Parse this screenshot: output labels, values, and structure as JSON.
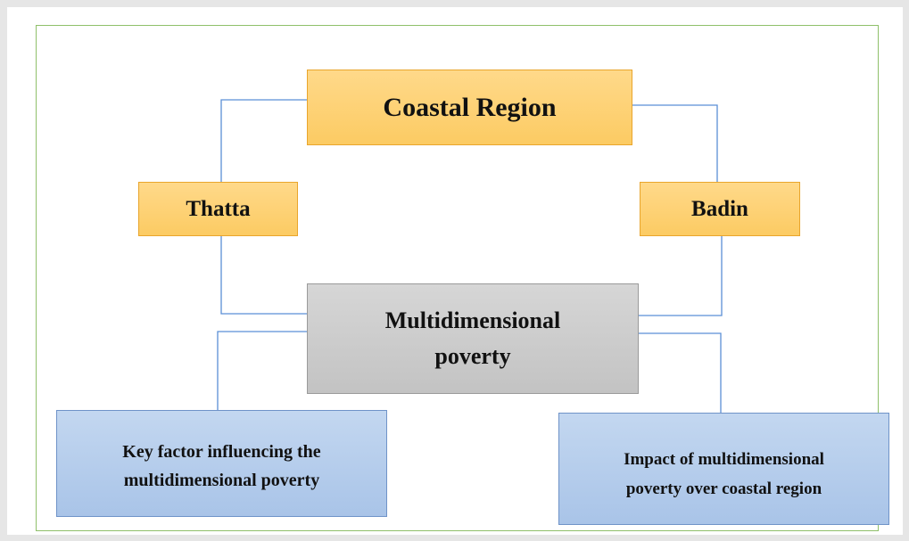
{
  "diagram": {
    "nodes": {
      "coastal": "Coastal Region",
      "thatta": "Thatta",
      "badin": "Badin",
      "poverty": "Multidimensional\npoverty",
      "key_factor": "Key factor influencing the\nmultidimensional  poverty",
      "impact": "Impact of multidimensional\npoverty over coastal region"
    },
    "colors": {
      "region_fill": "#fccb63",
      "center_fill": "#c7c7c7",
      "outcome_fill": "#a9c4e8",
      "connector": "#5b8fd6",
      "frame": "#8fc06a"
    }
  }
}
